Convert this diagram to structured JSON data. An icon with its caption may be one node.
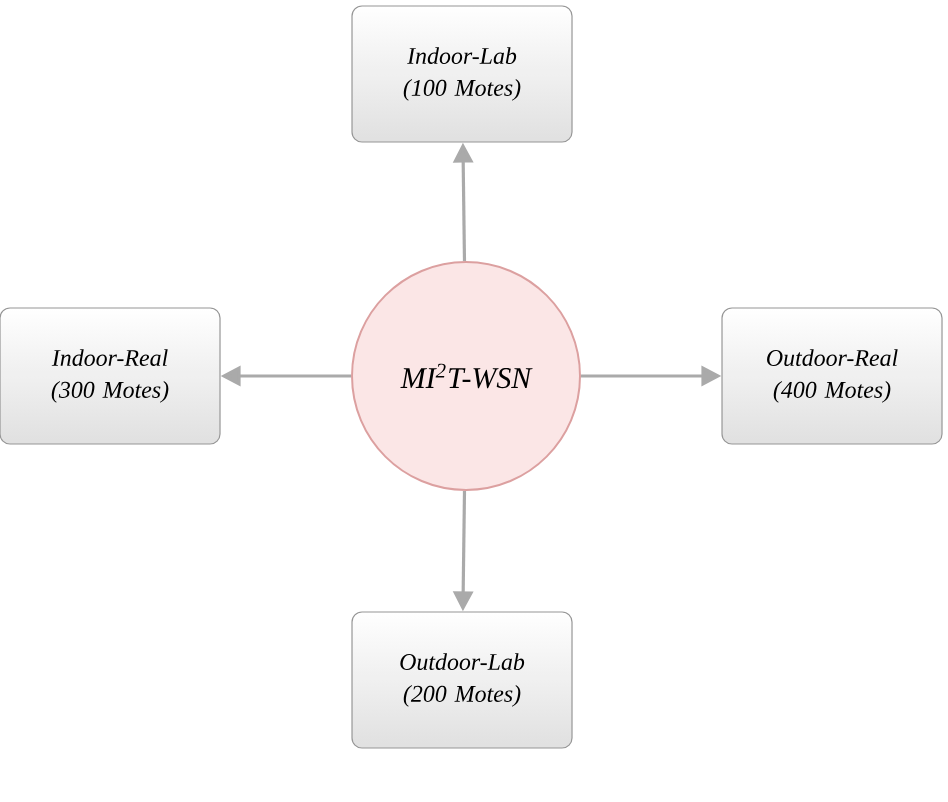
{
  "diagram": {
    "nodes": [
      {
        "text": [
          "Indoor-Lab (100 Motes)"
        ]
      },
      {
        "text": [
          "Indoor-Real (300 Motes)"
        ]
      },
      {
        "text": [
          "MI$^{2}$T-WSN"
        ]
      },
      {
        "text": [
          "Outdoor-Real (400 Motes)"
        ]
      },
      {
        "text": [
          "Outdoor-Lab (200 Motes)"
        ]
      }
    ],
    "edges": [
      {
        "from": 2,
        "to": 0,
        "arrow": "to"
      },
      {
        "from": 2,
        "to": 1,
        "arrow": "to"
      },
      {
        "from": 2,
        "to": 3,
        "arrow": "to"
      },
      {
        "from": 2,
        "to": 4,
        "arrow": "to"
      }
    ]
  }
}
